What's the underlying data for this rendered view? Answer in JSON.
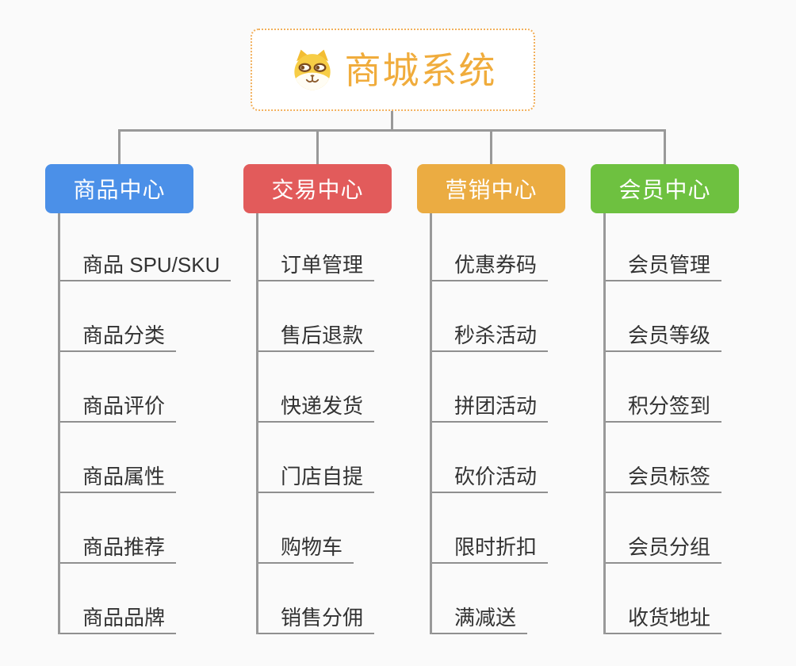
{
  "page": {
    "background_color": "#fafafa",
    "connector_color": "#999999",
    "leaf_text_color": "#333333"
  },
  "root": {
    "title": "商城系统",
    "title_color": "#f0ac3c",
    "border_color": "#f2b05c",
    "icon": "dog-face-icon"
  },
  "branches": [
    {
      "label": "商品中心",
      "color": "#4b90e8",
      "items": [
        "商品 SPU/SKU",
        "商品分类",
        "商品评价",
        "商品属性",
        "商品推荐",
        "商品品牌"
      ]
    },
    {
      "label": "交易中心",
      "color": "#e25b5b",
      "items": [
        "订单管理",
        "售后退款",
        "快递发货",
        "门店自提",
        "购物车",
        "销售分佣"
      ]
    },
    {
      "label": "营销中心",
      "color": "#ebac42",
      "items": [
        "优惠券码",
        "秒杀活动",
        "拼团活动",
        "砍价活动",
        "限时折扣",
        "满减送"
      ]
    },
    {
      "label": "会员中心",
      "color": "#6ec140",
      "items": [
        "会员管理",
        "会员等级",
        "积分签到",
        "会员标签",
        "会员分组",
        "收货地址"
      ]
    }
  ]
}
